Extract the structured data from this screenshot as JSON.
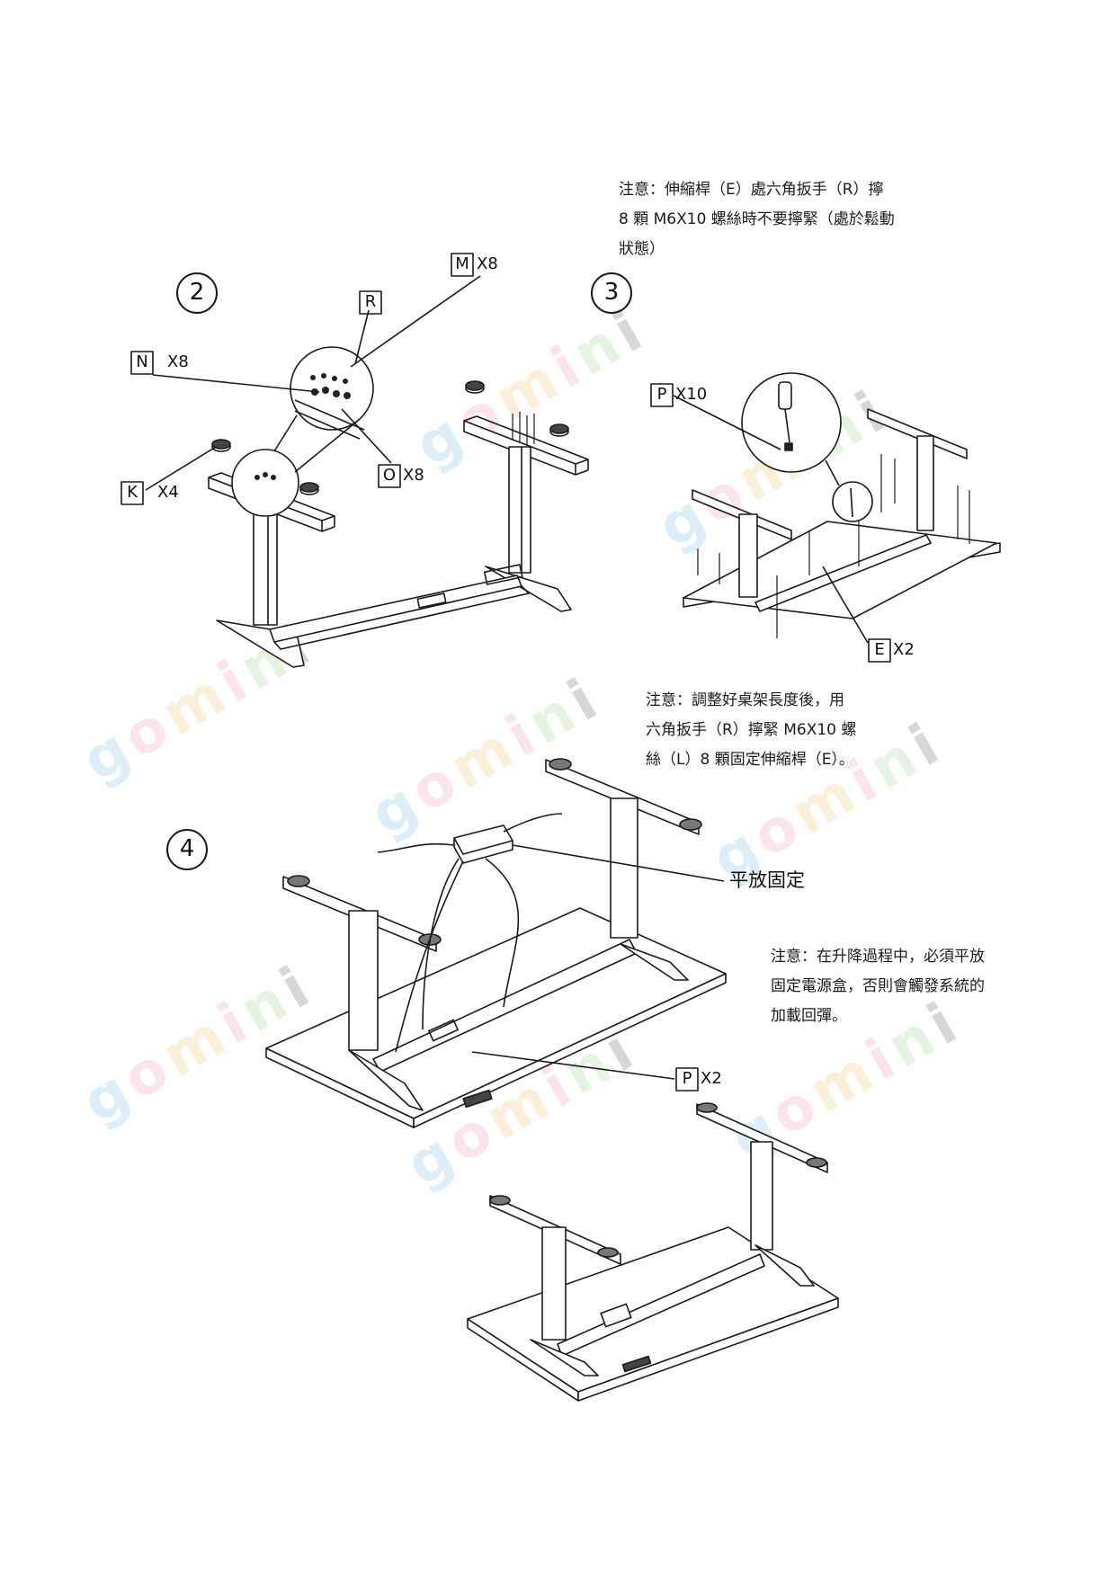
{
  "steps": [
    {
      "number": "2"
    },
    {
      "number": "3"
    },
    {
      "number": "4"
    }
  ],
  "parts": {
    "m": {
      "letter": "M",
      "qty": "X8"
    },
    "r": {
      "letter": "R"
    },
    "n": {
      "letter": "N",
      "qty": "X8"
    },
    "o": {
      "letter": "O",
      "qty": "X8"
    },
    "k": {
      "letter": "K",
      "qty": "X4"
    },
    "p10": {
      "letter": "P",
      "qty": "X10"
    },
    "e": {
      "letter": "E",
      "qty": "X2"
    },
    "p2": {
      "letter": "P",
      "qty": "X2"
    }
  },
  "notes": {
    "note1": [
      "注意：伸縮桿（E）處六角扳手（R）擰",
      "8 顆 M6X10 螺絲時不要擰緊（處於鬆動",
      "狀態）"
    ],
    "note2": [
      "注意：調整好桌架長度後，用",
      "六角扳手（R）擰緊 M6X10 螺",
      "絲（L）8 顆固定伸縮桿（E）。"
    ],
    "note3": [
      "注意：在升降過程中，必須平放",
      "固定電源盒，否則會觸發系統的",
      "加載回彈。"
    ]
  },
  "callout": {
    "power_box": "平放固定"
  },
  "watermark": {
    "text": "gomini"
  },
  "colors": {
    "line": "#1a1a1a",
    "box": "#000000"
  }
}
